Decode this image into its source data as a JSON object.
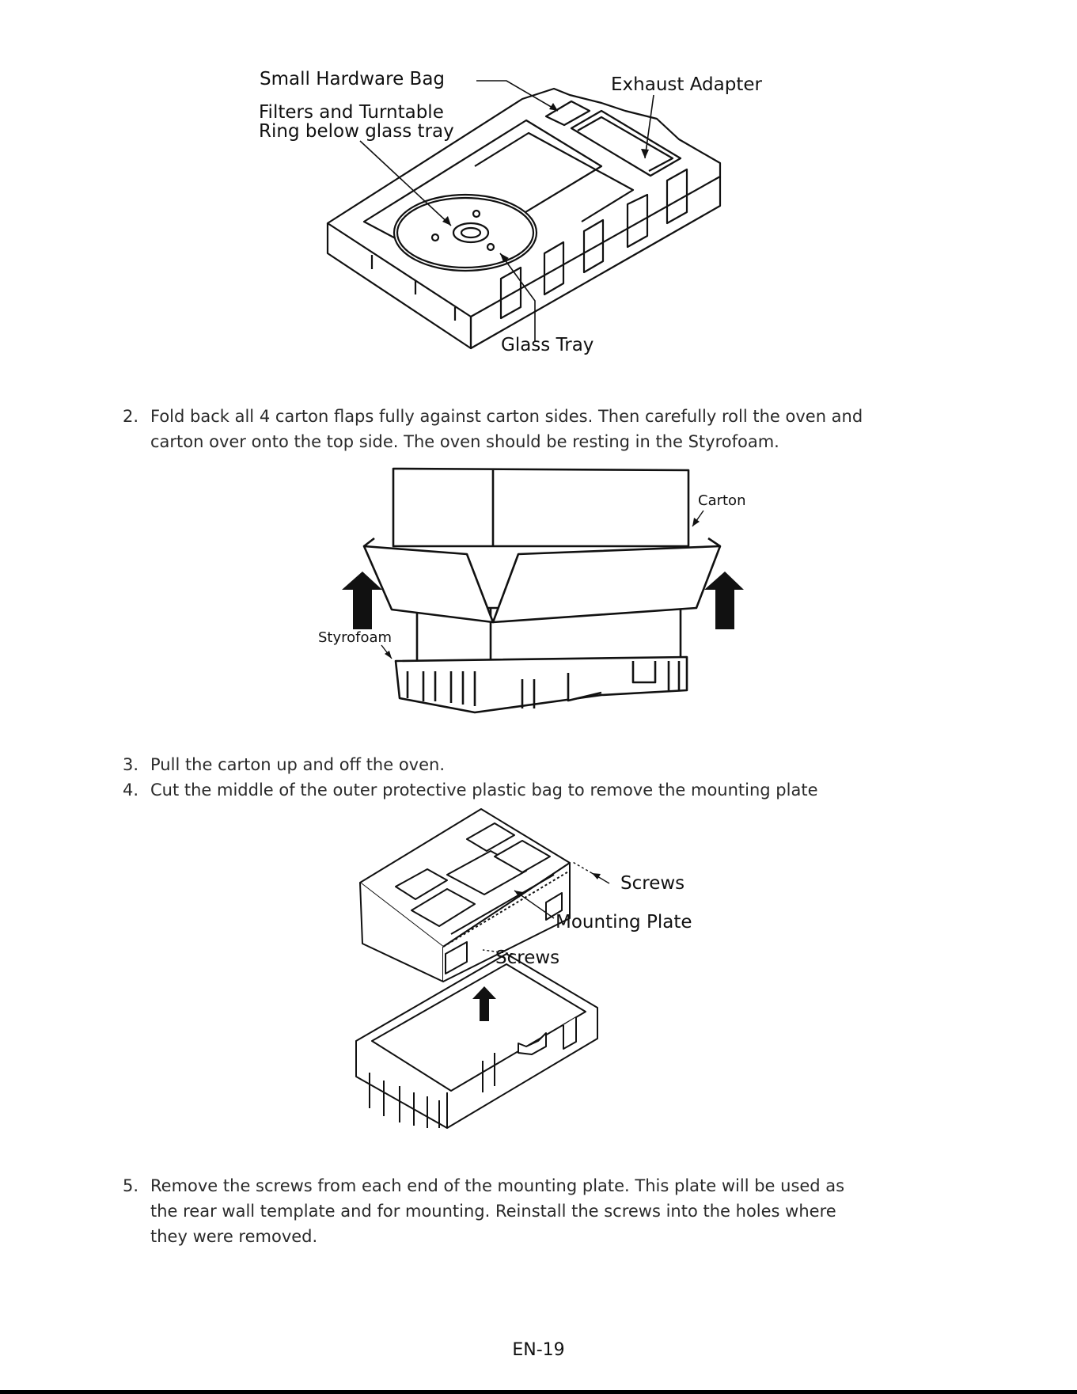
{
  "figure1": {
    "small_hardware_bag": "Small Hardware Bag",
    "exhaust_adapter": "Exhaust Adapter",
    "filters_line1": "Filters and Turntable",
    "filters_line2": "Ring below glass tray",
    "glass_tray": "Glass Tray"
  },
  "steps": [
    {
      "num": "2.",
      "text": "Fold back all 4 carton flaps fully against carton sides. Then carefully roll the oven and\ncarton over onto the top side. The oven should be resting in the Styrofoam."
    },
    {
      "num": "3.",
      "text": "Pull the carton up and off the oven."
    },
    {
      "num": "4.",
      "text": "Cut the middle of the outer protective plastic bag to remove the mounting plate"
    },
    {
      "num": "5.",
      "text": "Remove the screws from each end of the mounting  plate. This plate will be used as\nthe rear wall template  and for mounting. Reinstall the screws into the holes  where\nthey were removed."
    }
  ],
  "figure2": {
    "carton": "Carton",
    "styrofoam": "Styrofoam"
  },
  "figure3": {
    "screws_top": "Screws",
    "mounting_plate": "Mounting Plate",
    "screws_bottom": "Screws"
  },
  "footer": {
    "page_number": "EN-19"
  }
}
